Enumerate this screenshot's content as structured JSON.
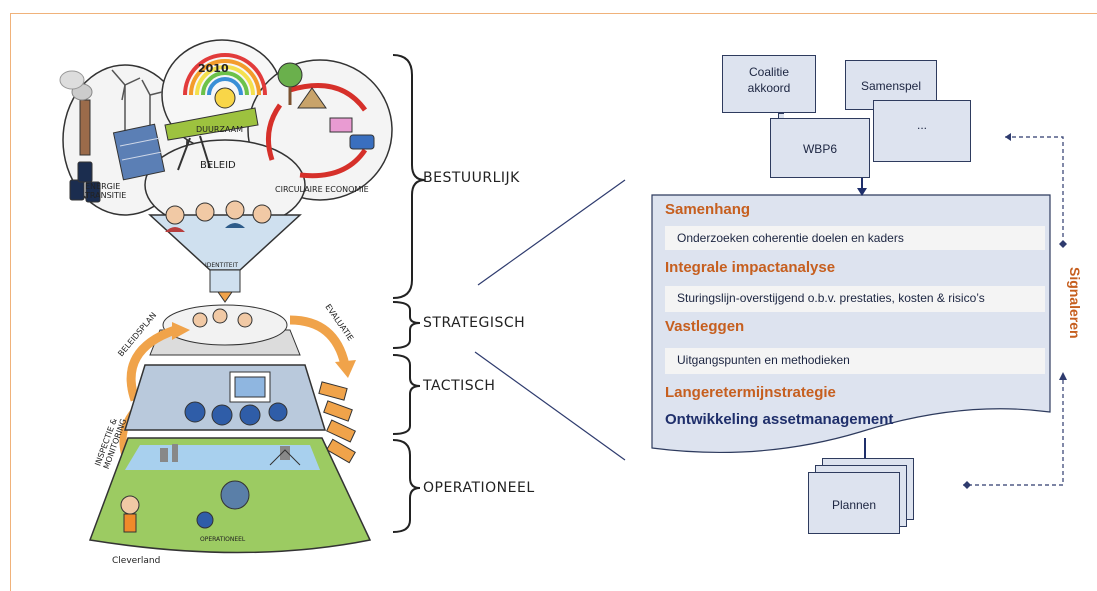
{
  "illustration": {
    "year_label": "2010",
    "duurzaam_label": "DUURZAAM",
    "energie_label": "ENERGIE TRANSITIE",
    "beleid_label": "BELEID",
    "circulaire_label": "CIRCULAIRE ECONOMIE",
    "identiteit_label": "IDENTITEIT",
    "beleidsplan_label": "BELEIDSPLAN",
    "evaluatie_label": "EVALUATIE",
    "inspectie_label": "INSPECTIE & MONITORING",
    "operationeel_label": "OPERATIONEEL",
    "signature": "Cleverland"
  },
  "levels": {
    "bestuurlijk": "BESTUURLIJK",
    "strategisch": "STRATEGISCH",
    "tactisch": "TACTISCH",
    "operationeel": "OPERATIONEEL"
  },
  "documents": {
    "coalitie": "Coalitie akkoord",
    "samenspel": "Samenspel",
    "ellipsis": "...",
    "wbp6": "WBP6",
    "plannen": "Plannen"
  },
  "panel": {
    "samenhang": "Samenhang",
    "samenhang_row": "Onderzoeken coherentie doelen en kaders",
    "impact": "Integrale impactanalyse",
    "impact_row": "Sturingslijn-overstijgend o.b.v. prestaties, kosten & risico’s",
    "vastleggen": "Vastleggen",
    "vastleggen_row": "Uitgangspunten en methodieken",
    "langere": "Langeretermijnstrategie",
    "ontwikkeling": "Ontwikkeling assetmanagement"
  },
  "side": {
    "signaleren": "Signaleren"
  },
  "colors": {
    "accent_orange": "#c65f1f",
    "navy": "#1f2f6b",
    "doc_fill": "#dde3ef",
    "frame": "#f0b27a"
  }
}
